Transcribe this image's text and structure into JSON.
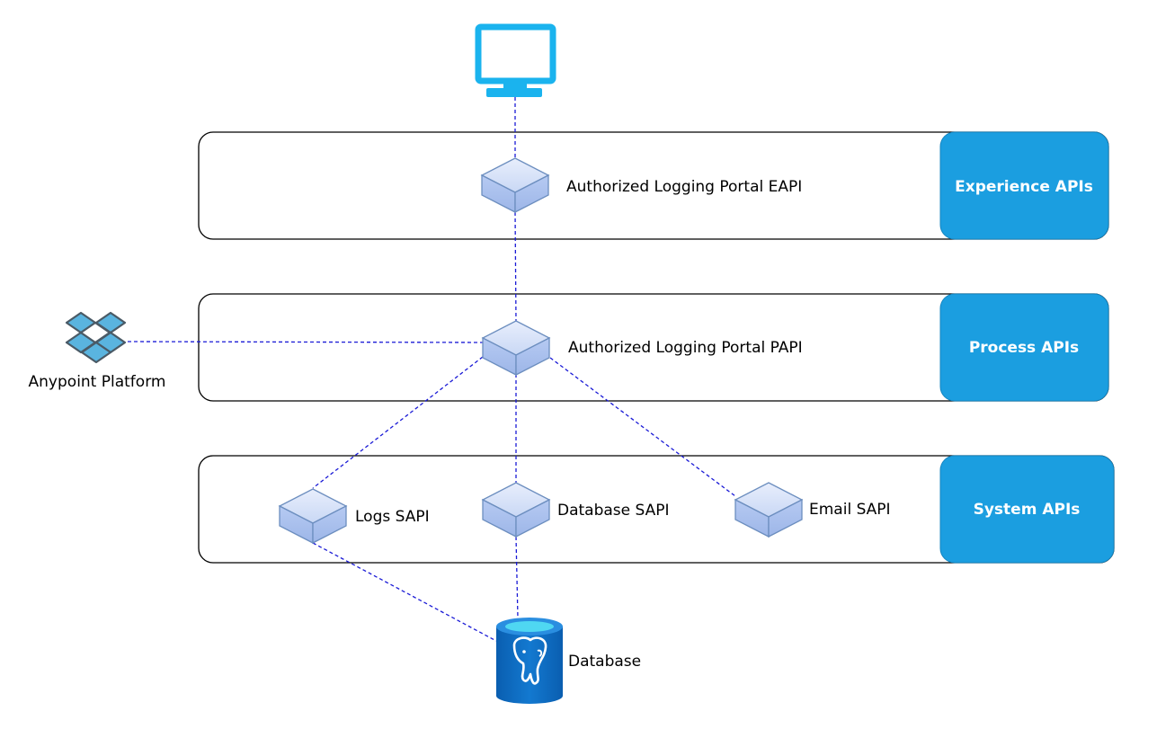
{
  "tiers": [
    {
      "label": "Experience APIs"
    },
    {
      "label": "Process APIs"
    },
    {
      "label": "System APIs"
    }
  ],
  "nodes": {
    "eapi": "Authorized Logging Portal EAPI",
    "papi": "Authorized Logging Portal PAPI",
    "logs_sapi": "Logs SAPI",
    "db_sapi": "Database SAPI",
    "email_sapi": "Email SAPI",
    "anypoint": "Anypoint Platform",
    "database": "Database"
  },
  "icons": {
    "client": "monitor-icon",
    "api": "cube-icon",
    "anypoint": "dropbox-icon",
    "database": "postgresql-database-icon"
  },
  "colors": {
    "tier_fill": "#1b9ee0",
    "cube_top": "#dbe6fb",
    "cube_side": "#aec4ef",
    "cube_stroke": "#6c8ebf",
    "monitor": "#1ab3ee",
    "connector": "#1a1ad6"
  }
}
